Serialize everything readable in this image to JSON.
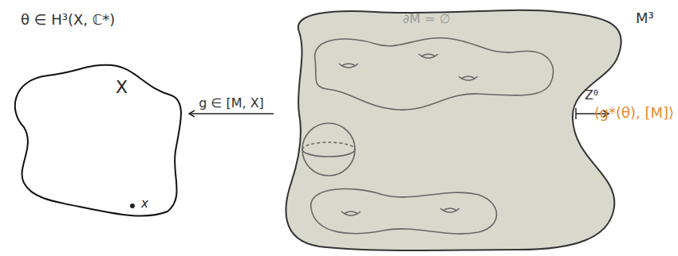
{
  "diagram": {
    "nodes": [
      {
        "text": [
          "X",
          "x"
        ]
      },
      {
        "text": [
          "∂M = ∅",
          "M³"
        ]
      }
    ],
    "edges": [
      {
        "from": 1,
        "to": 0,
        "arrow": "to",
        "label": "g ∈ [M, X]"
      }
    ],
    "labels": [
      "θ ∈ H³(X, ℂ*)",
      "Zᶿ",
      "⟨g*(θ), [M]⟩"
    ]
  }
}
